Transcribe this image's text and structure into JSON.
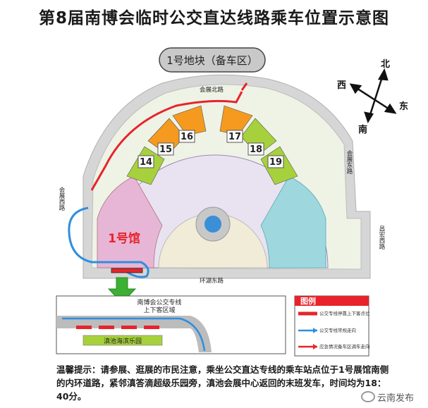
{
  "title": "第8届南博会临时公交直达线路乘车位置示意图",
  "map": {
    "block_label": "1号地块（备车区）",
    "roads": {
      "north": "会展北路",
      "east": "会展东路",
      "west": "会展西路",
      "ring_east": "环湖东路",
      "changhong": "昌宏西路"
    },
    "halls": [
      "14",
      "15",
      "16",
      "17",
      "18",
      "19"
    ],
    "hall1": "1号馆",
    "compass": {
      "north": "北",
      "south": "南",
      "east": "东",
      "west": "西"
    },
    "inset": {
      "line1": "南博会公交专线",
      "line2": "上下客区域",
      "park": "滇池海滨乐园"
    },
    "legend": {
      "title": "图例",
      "items": [
        {
          "label": "公交专线停靠上下客点位",
          "color": "#e8232b"
        },
        {
          "label": "公交专线常规走向",
          "color": "#2e8fe0"
        },
        {
          "label": "应急情况备车区调车走向",
          "color": "#e8232b"
        }
      ]
    }
  },
  "footnote": "温馨提示：请参展、逛展的市民注意，乘坐公交直达专线的乘车站点位于1号展馆南侧的内环道路，紧邻滇答滴超级乐园旁，滇池会展中心返回的末班发车，时间均为18：40分。",
  "watermark": "云南发布",
  "colors": {
    "hall_orange": "#f59a1f",
    "hall_green": "#a7d13c",
    "route_red": "#e8232b",
    "route_blue": "#2e8fe0",
    "arrow_green": "#3bb033",
    "road_gray": "#c8c8c8"
  }
}
